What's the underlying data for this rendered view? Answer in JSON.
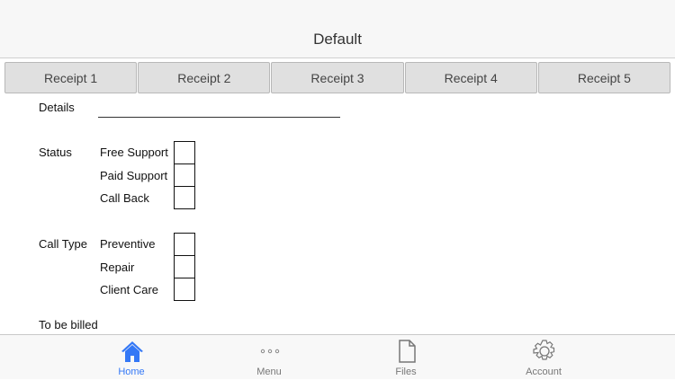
{
  "header": {
    "title": "Default"
  },
  "tabs": [
    "Receipt 1",
    "Receipt 2",
    "Receipt 3",
    "Receipt 4",
    "Receipt 5"
  ],
  "form": {
    "details_label": "Details",
    "status_label": "Status",
    "status_options": [
      "Free Support",
      "Paid Support",
      "Call Back"
    ],
    "call_type_label": "Call Type",
    "call_type_options": [
      "Preventive",
      "Repair",
      "Client Care"
    ],
    "billed_label": "To be billed"
  },
  "tabbar": {
    "items": [
      {
        "label": "Home",
        "icon": "home-icon",
        "active": true
      },
      {
        "label": "Menu",
        "icon": "more-icon"
      },
      {
        "label": "Files",
        "icon": "file-icon"
      },
      {
        "label": "Account",
        "icon": "gear-icon"
      }
    ],
    "accent": "#3478f6"
  }
}
